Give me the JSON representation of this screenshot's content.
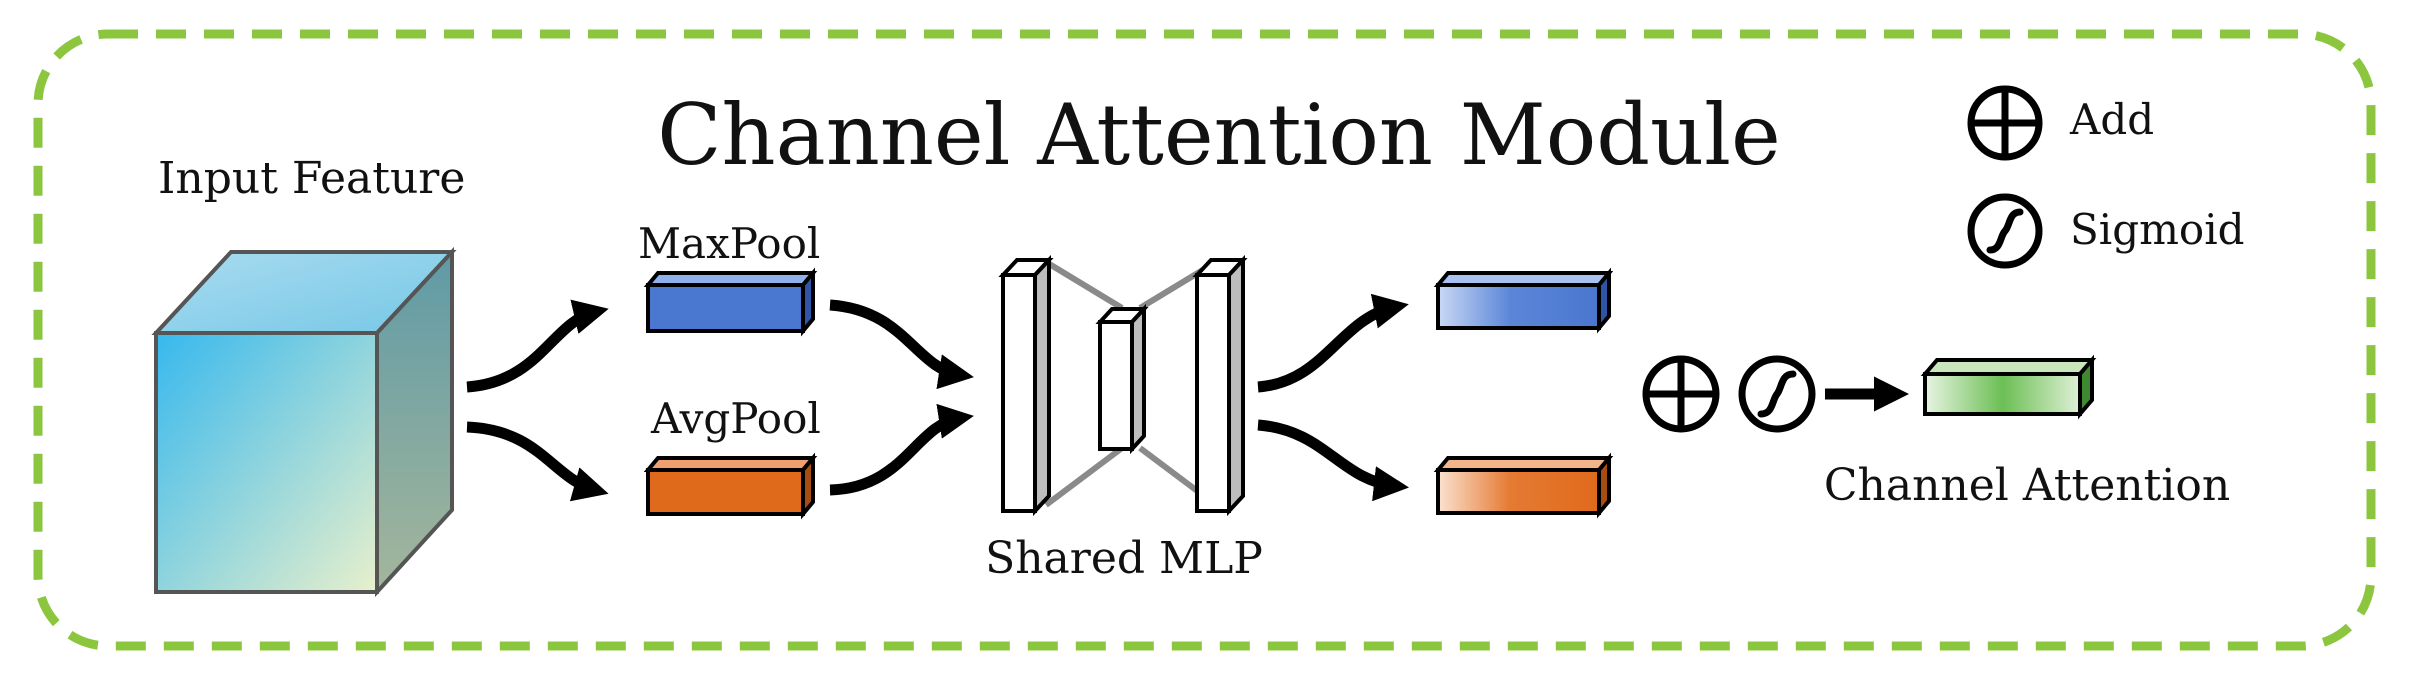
{
  "title": "Channel Attention Module",
  "input_label": "Input Feature",
  "maxpool_label": "MaxPool",
  "avgpool_label": "AvgPool",
  "mlp_label": "Shared MLP",
  "output_label": "Channel Attention",
  "legend": {
    "add": {
      "label": "Add",
      "icon": "circle-plus"
    },
    "sigmoid": {
      "label": "Sigmoid",
      "icon": "circle-s-curve"
    }
  },
  "colors": {
    "frame": "#8cc63f",
    "maxpool": "#4a78d0",
    "avgpool": "#e06a1c",
    "output": "#5fb84a",
    "cube_front_a": "#3cbcef",
    "cube_front_b": "#e6efcb"
  }
}
